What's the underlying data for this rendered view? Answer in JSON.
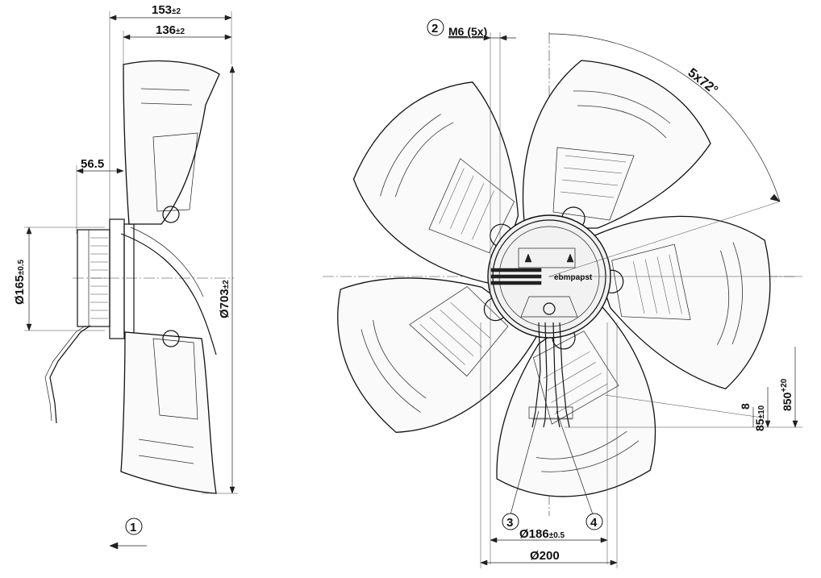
{
  "dimensions": {
    "overall_depth": {
      "value": "153",
      "tol": "±2"
    },
    "blade_depth": {
      "value": "136",
      "tol": "±2"
    },
    "hub_offset": {
      "value": "56.5"
    },
    "motor_diameter": {
      "value": "Ø165",
      "tol": "±0.5"
    },
    "fan_diameter": {
      "value": "Ø703",
      "tol": "±2"
    },
    "thread": {
      "value": "M6 (5x)"
    },
    "blade_angle": {
      "value": "5x72°"
    },
    "cable_8": {
      "value": "8"
    },
    "cable_85": {
      "value": "85",
      "tol": "±10"
    },
    "cable_850": {
      "value": "850",
      "tol": "+20"
    },
    "bolt_circle": {
      "value": "Ø186",
      "tol": "±0.5"
    },
    "hub_diameter": {
      "value": "Ø200"
    }
  },
  "callouts": [
    "1",
    "2",
    "3",
    "4"
  ],
  "hub_label": "ebmpapst"
}
